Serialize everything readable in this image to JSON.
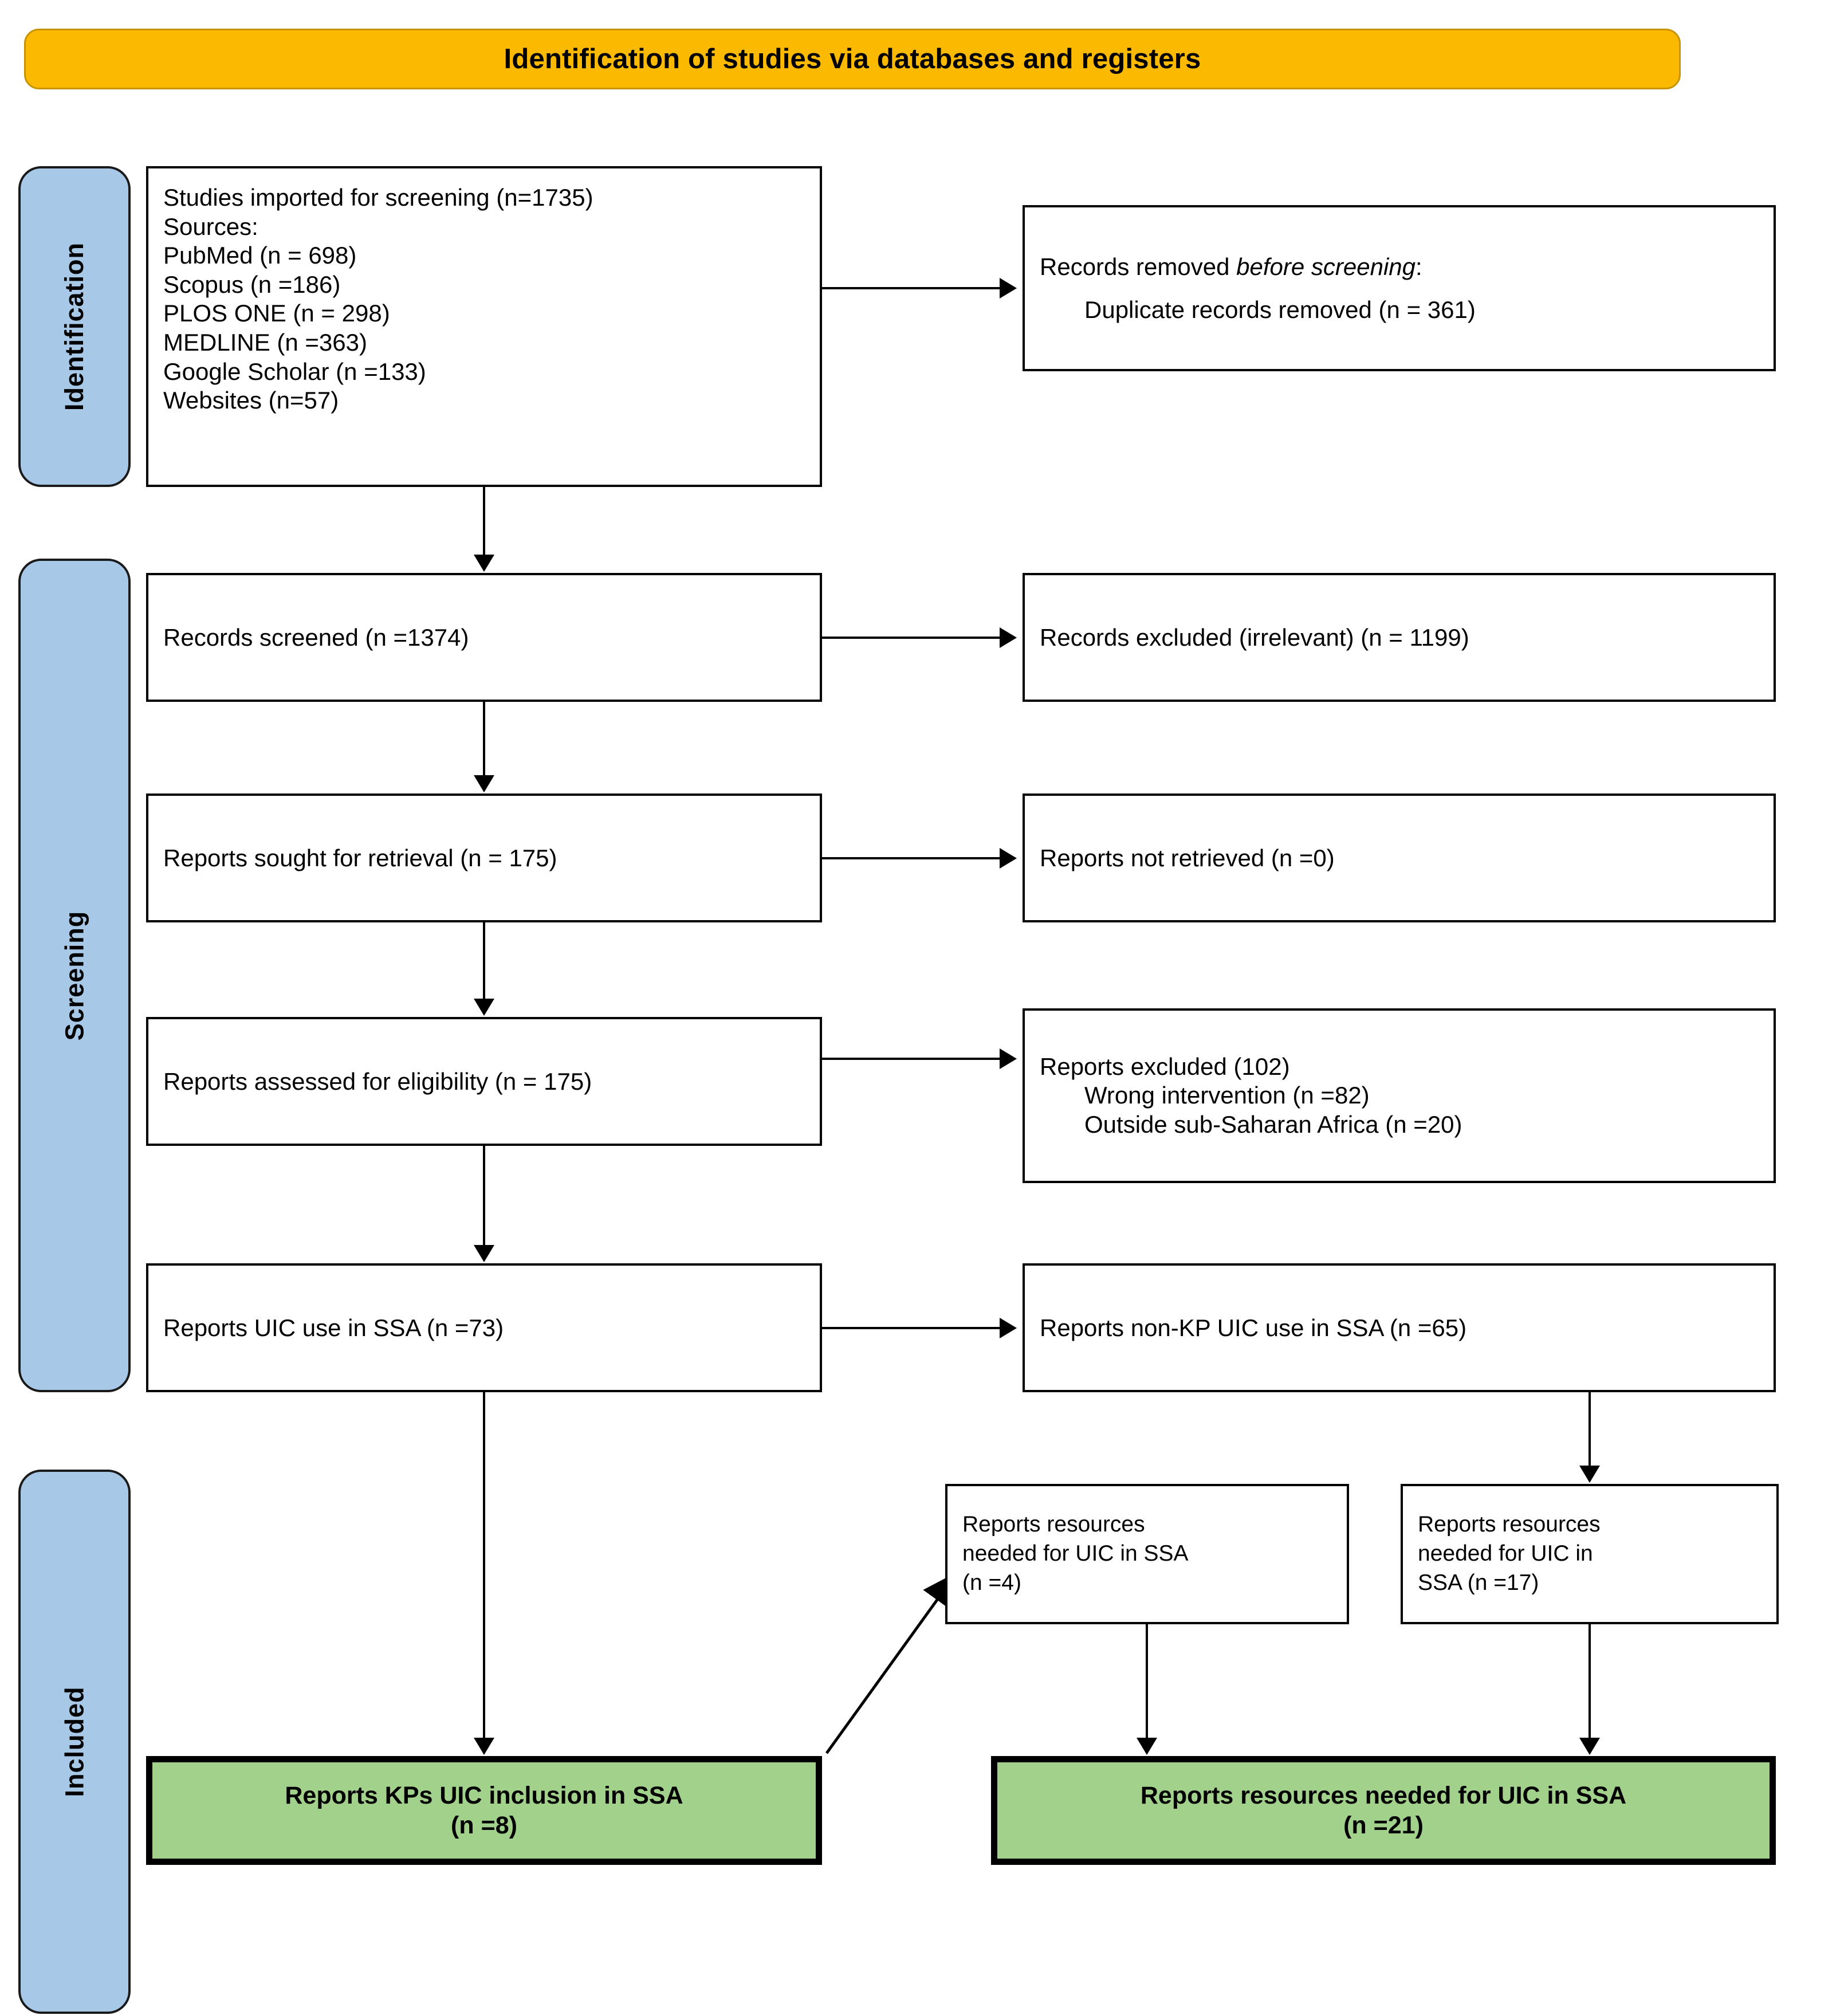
{
  "diagram": {
    "type": "prisma-flow-diagram",
    "title": "Identification of studies via databases and registers",
    "colors": {
      "title_banner": "#FBB900",
      "stage_tab": "#A8C8E8",
      "result_box": "#A2D18C",
      "box_border": "#000000",
      "background": "#FFFFFF"
    }
  },
  "stages": [
    {
      "id": "identification",
      "label": "Identification"
    },
    {
      "id": "screening",
      "label": "Screening"
    },
    {
      "id": "included",
      "label": "Included"
    }
  ],
  "boxes": {
    "imported": {
      "lines": [
        "Studies imported for screening (n=1735)",
        "Sources:",
        "PubMed (n = 698)",
        "Scopus (n =186)",
        "PLOS ONE (n = 298)",
        "MEDLINE (n =363)",
        "Google Scholar (n =133)",
        "Websites (n=57)"
      ]
    },
    "removed_before": {
      "heading_prefix": "Records removed ",
      "heading_italic": "before screening",
      "heading_suffix": ":",
      "detail": "Duplicate records removed (n = 361)"
    },
    "screened": {
      "line": "Records screened (n =1374)"
    },
    "excluded_irrelevant": {
      "line": "Records excluded (irrelevant) (n = 1199)"
    },
    "sought": {
      "line": "Reports sought for retrieval (n = 175)"
    },
    "not_retrieved": {
      "line": "Reports not retrieved (n =0)"
    },
    "eligibility": {
      "line": "Reports assessed for eligibility (n = 175)"
    },
    "excluded_102": {
      "heading": "Reports excluded (102)",
      "reasons": [
        "Wrong intervention (n =82)",
        "Outside sub-Saharan Africa (n =20)"
      ]
    },
    "uic_ssa": {
      "line": "Reports UIC use in SSA (n =73)"
    },
    "non_kp": {
      "line": "Reports non-KP UIC use in SSA (n =65)"
    },
    "resources_4": {
      "lines": [
        "Reports resources",
        "needed for UIC in SSA",
        "(n =4)"
      ]
    },
    "resources_17": {
      "lines": [
        "Reports resources",
        "needed for UIC in",
        "SSA (n =17)"
      ]
    },
    "green_kps": {
      "lines": [
        "Reports KPs UIC inclusion in SSA",
        "(n =8)"
      ]
    },
    "green_resources": {
      "lines": [
        "Reports resources needed for UIC in SSA",
        "(n =21)"
      ]
    }
  },
  "counts": {
    "imported_total": 1735,
    "pubmed": 698,
    "scopus": 186,
    "plos_one": 298,
    "medline": 363,
    "google_scholar": 133,
    "websites": 57,
    "duplicates_removed": 361,
    "screened": 1374,
    "excluded_irrelevant": 1199,
    "sought_for_retrieval": 175,
    "not_retrieved": 0,
    "assessed_for_eligibility": 175,
    "excluded_total": 102,
    "wrong_intervention": 82,
    "outside_ssa": 20,
    "uic_use_ssa": 73,
    "non_kp_uic_ssa": 65,
    "resources_from_kp": 4,
    "resources_from_nonkp": 17,
    "included_kps_uic": 8,
    "included_resources": 21
  }
}
